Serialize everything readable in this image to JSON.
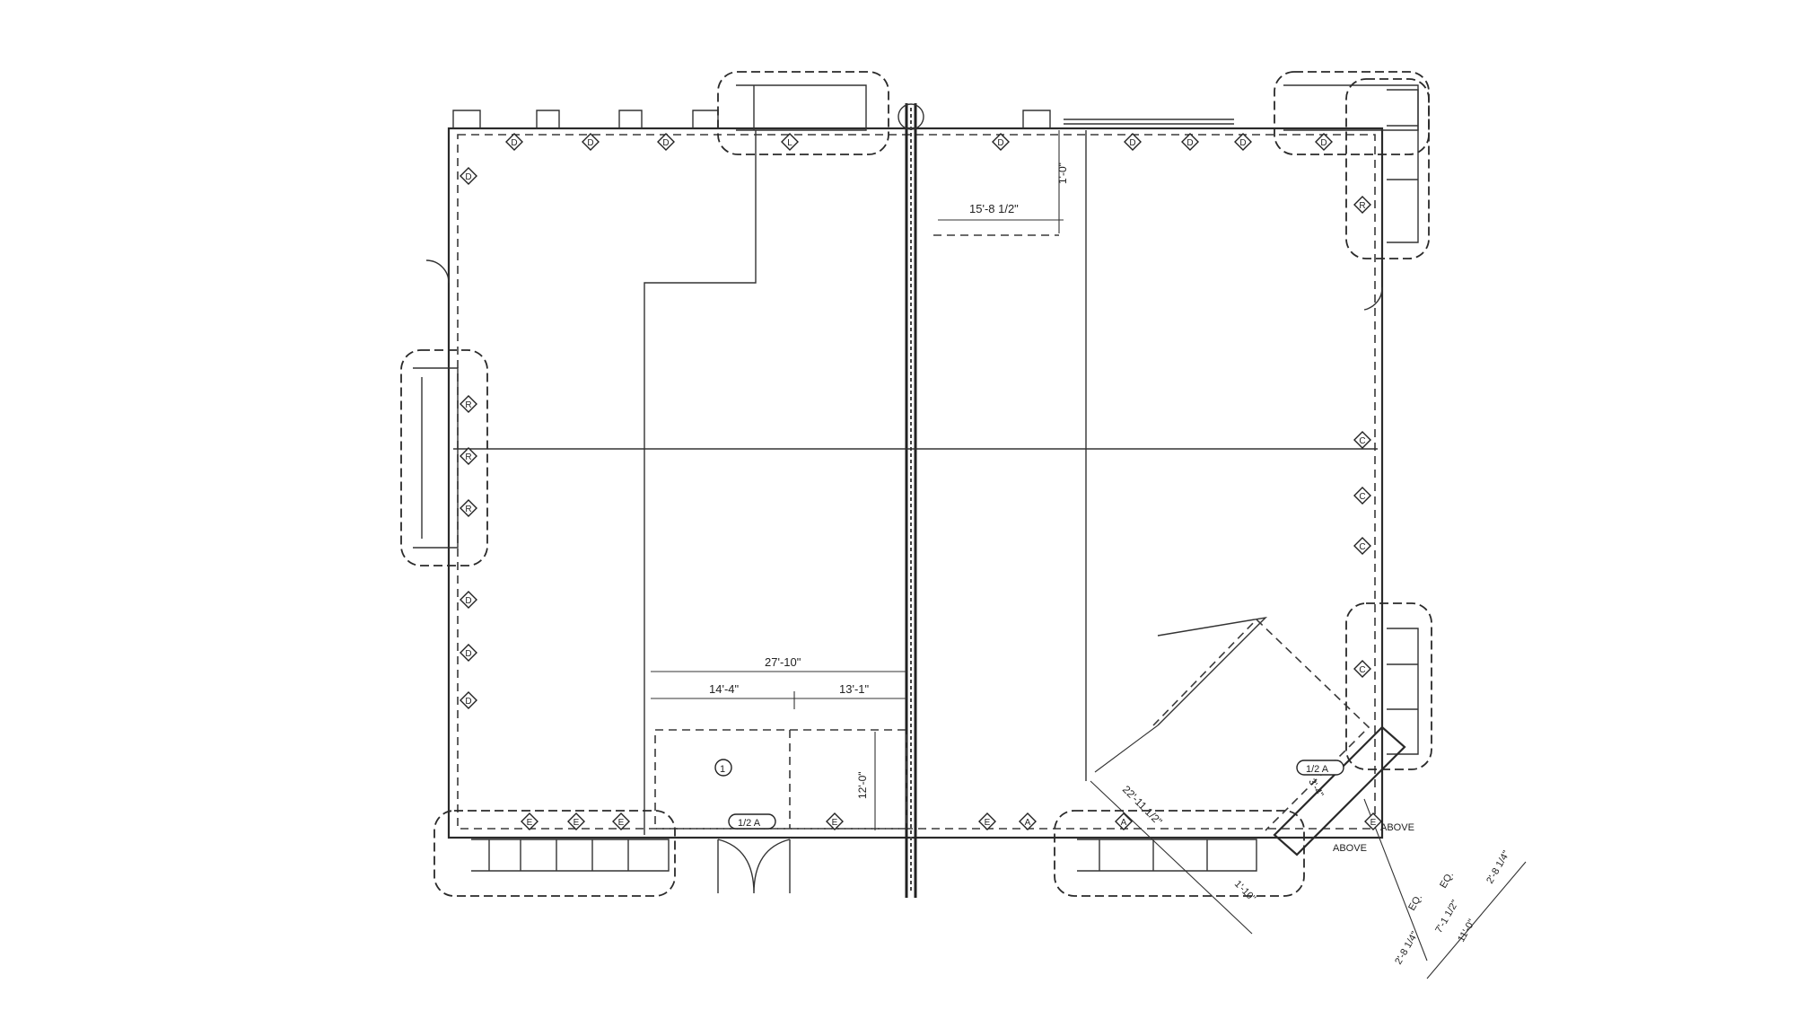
{
  "plan": {
    "dimensions": {
      "top_right": "15'-8 1/2\"",
      "top_right_vertical": "1'-0\"",
      "bottom_overall": "27'-10\"",
      "bottom_left_segment": "14'-4\"",
      "bottom_right_segment": "13'-1\"",
      "bottom_vertical": "12'-0\"",
      "diagonal": "22'-11 1/2\"",
      "diagonal_small": "1'-10\"",
      "entry_small": "3'-4\"",
      "eq_1": "EQ.",
      "eq_2": "EQ.",
      "stack_a": "2'-8 1/4\"",
      "stack_b": "7'-1 1/2\"",
      "stack_c": "2'-8 1/4\"",
      "stack_total": "11'-0\""
    },
    "labels": {
      "detail_a": "1/2 A",
      "detail_b": "1/2 A",
      "above_1": "ABOVE",
      "above_2": "ABOVE",
      "keynote": "1"
    },
    "tags": {
      "top": [
        "D",
        "D",
        "D",
        "L",
        "D",
        "D",
        "D",
        "D",
        "D"
      ],
      "left": [
        "D",
        "R",
        "R",
        "R",
        "D",
        "D",
        "D"
      ],
      "right": [
        "R",
        "C",
        "C",
        "C",
        "C"
      ],
      "bottom": [
        "E",
        "E",
        "E",
        "E",
        "E",
        "A",
        "A",
        "E"
      ]
    }
  }
}
